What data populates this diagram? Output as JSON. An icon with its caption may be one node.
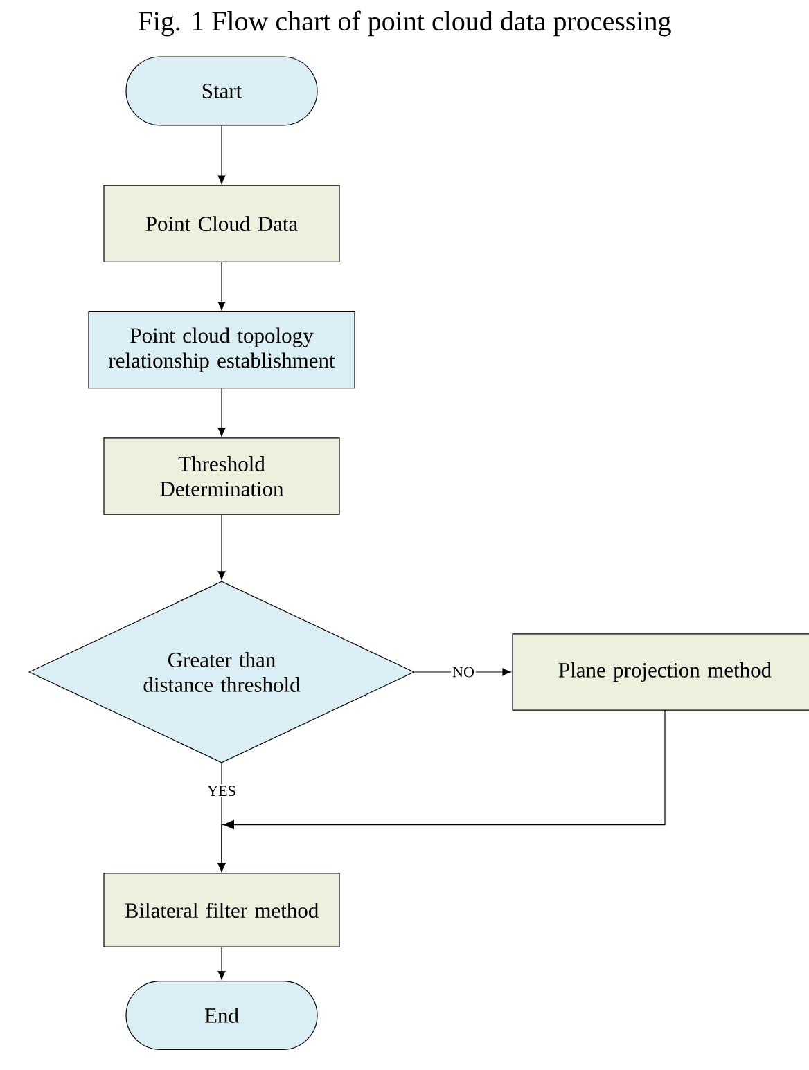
{
  "diagram": {
    "title": "Fig. 1 Flow chart of point cloud data processing",
    "nodes": [
      {
        "text": [
          "Start"
        ]
      },
      {
        "text": [
          "Point Cloud Data"
        ]
      },
      {
        "text": [
          "Point cloud topology relationship establishment"
        ]
      },
      {
        "text": [
          "Threshold Determination"
        ]
      },
      {
        "text": [
          "Greater than distance threshold"
        ]
      },
      {
        "text": [
          "Plane projection method"
        ]
      },
      {
        "text": [
          "Bilateral filter method"
        ]
      },
      {
        "text": [
          "End"
        ]
      }
    ],
    "edges": [
      {
        "from": 0,
        "to": 1,
        "arrow": "to"
      },
      {
        "from": 1,
        "to": 2,
        "arrow": "to"
      },
      {
        "from": 2,
        "to": 3,
        "arrow": "to"
      },
      {
        "from": 3,
        "to": 4,
        "arrow": "to"
      },
      {
        "from": 4,
        "to": 5,
        "arrow": "to",
        "label": "NO"
      },
      {
        "from": 4,
        "to": 6,
        "arrow": "to",
        "label": "YES"
      },
      {
        "from": 5,
        "to": 6,
        "arrow": "to"
      },
      {
        "from": 6,
        "to": 7,
        "arrow": "to"
      }
    ]
  }
}
